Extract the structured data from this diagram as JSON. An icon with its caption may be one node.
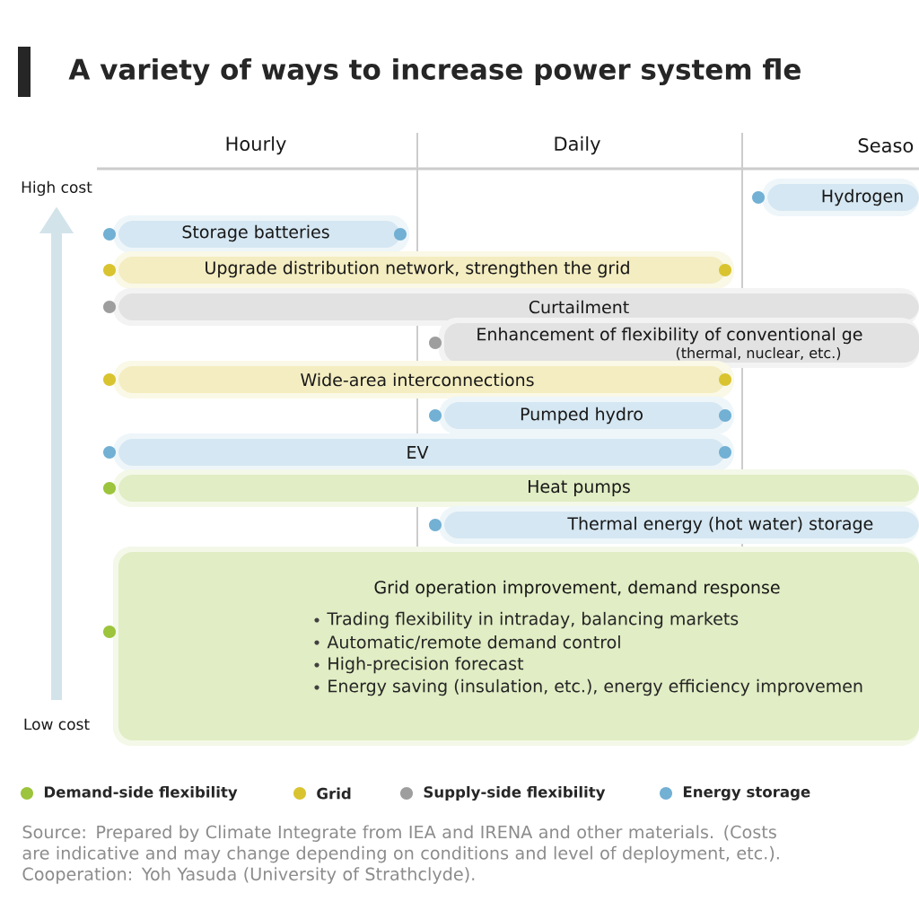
{
  "diagram": {
    "title": "A variety of ways to increase power system fle",
    "nodes": [
      {
        "text": [
          "Hydrogen"
        ]
      },
      {
        "text": [
          "Storage batteries"
        ]
      },
      {
        "text": [
          "Upgrade distribution network, strengthen the grid"
        ]
      },
      {
        "text": [
          "Curtailment"
        ]
      },
      {
        "text": [
          "Enhancement of flexibility of conventional ge",
          "(thermal, nuclear, etc.)"
        ]
      },
      {
        "text": [
          "Wide-area interconnections"
        ]
      },
      {
        "text": [
          "Pumped hydro"
        ]
      },
      {
        "text": [
          "EV"
        ]
      },
      {
        "text": [
          "Heat pumps"
        ]
      },
      {
        "text": [
          "Thermal energy (hot water) storage"
        ]
      },
      {
        "text": [
          "Grid operation improvement, demand response",
          "Trading flexibility in intraday, balancing markets",
          "Automatic/remote demand control",
          "High-precision forecast",
          "Energy saving (insulation, etc.), energy efficiency improvemen"
        ]
      }
    ],
    "labels": [
      "Hourly",
      "Daily",
      "Seaso",
      "High cost",
      "Low cost",
      "Source: Prepared by Climate Integrate from IEA and IRENA and other materials. (Costs are indicative and may change depending on conditions and level of deployment, etc.). Cooperation: Yoh Yasuda (University of Strathclyde)."
    ],
    "legend": [
      {
        "text": "Demand-side flexibility",
        "color": "#9cc43c"
      },
      {
        "text": "Grid",
        "color": "#d9c430"
      },
      {
        "text": "Supply-side flexibility",
        "color": "#9e9e9e"
      },
      {
        "text": "Energy storage",
        "color": "#72b0d4"
      }
    ]
  }
}
